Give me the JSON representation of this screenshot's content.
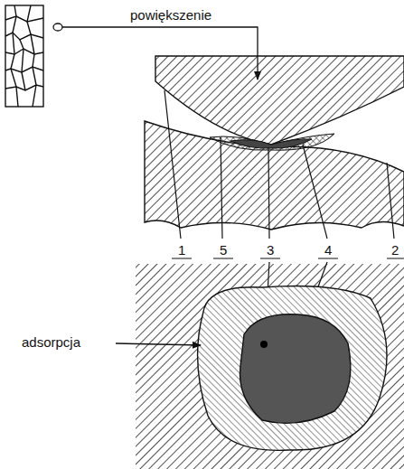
{
  "diagram": {
    "labels": [
      "powiększenie",
      "1",
      "5",
      "3",
      "4",
      "2",
      "adsorpcja"
    ]
  }
}
